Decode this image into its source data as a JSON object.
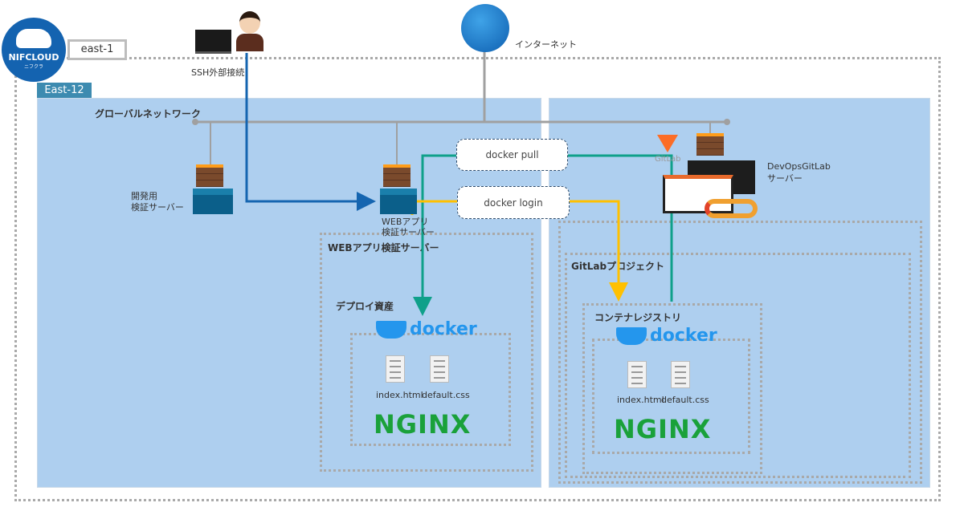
{
  "region": {
    "label": "east-1"
  },
  "zone": {
    "label": "East-12"
  },
  "logo": {
    "text": "NIFCLOUD",
    "sub": "ニフクラ"
  },
  "internet": {
    "label": "インターネット"
  },
  "ssh": {
    "label": "SSH外部接続"
  },
  "global_network": {
    "label": "グローバルネットワーク"
  },
  "dev_server": {
    "line1": "開発用",
    "line2": "検証サーバー"
  },
  "web_server": {
    "line1": "WEBアプリ",
    "line2": "検証サーバー",
    "box_title": "WEBアプリ検証サーバー",
    "assets_title": "デプロイ資産"
  },
  "gitlab_server": {
    "line1": "DevOpsGitLab",
    "line2": "サーバー",
    "logo_text": "GitLab",
    "project_title": "GitLabプロジェクト",
    "registry_title": "コンテナレジストリ"
  },
  "docker_pull": {
    "label": "docker pull"
  },
  "docker_login": {
    "label": "docker login"
  },
  "docker_logo": "docker",
  "nginx_logo": "NGINX",
  "files": [
    "index.html",
    "default.css"
  ],
  "colors": {
    "panel": "#aecfef",
    "ssh_line": "#1565b0",
    "pull_line": "#0fa08a",
    "login_line": "#ffc000",
    "zone_tab": "#3d8bb0"
  }
}
